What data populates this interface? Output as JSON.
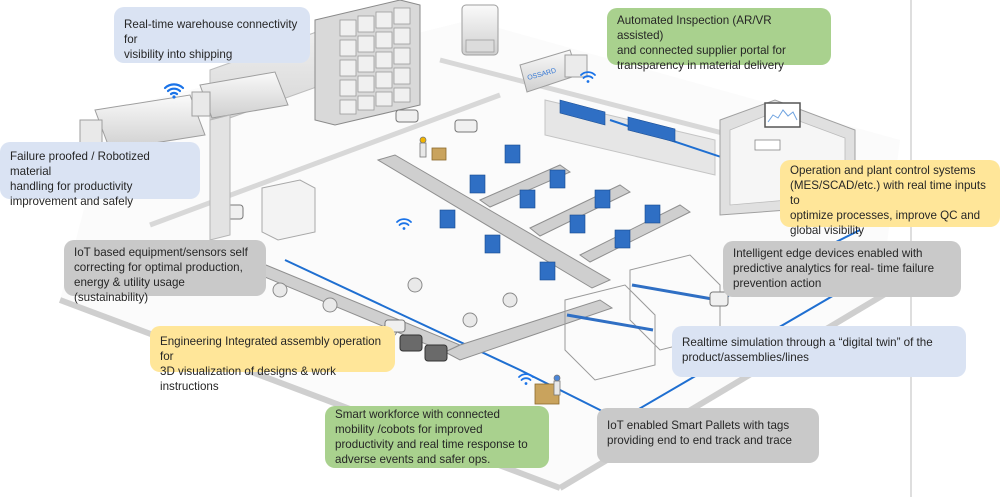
{
  "diagram": {
    "title": "Smart factory / Industry 4.0 capabilities",
    "colors": {
      "blue_callout": "#dae3f3",
      "green_callout": "#a9d18e",
      "yellow_callout": "#ffe699",
      "gray_callout": "#c9c9c9",
      "accent_blue": "#1f6fd1",
      "floor": "#ffffff",
      "wall": "#e4e4e4",
      "divider": "#dedede"
    },
    "truck_brand": "OSSARD",
    "callouts": [
      {
        "id": "warehouse-connectivity",
        "color": "blue",
        "text": "Real-time warehouse connectivity for\nvisibility into shipping"
      },
      {
        "id": "automated-inspection",
        "color": "green",
        "text": "Automated Inspection (AR/VR assisted)\nand connected supplier portal for\ntransparency in material delivery"
      },
      {
        "id": "robotized-material-handling",
        "color": "blue",
        "text": "Failure proofed / Robotized material\nhandling for productivity\nimprovement and safely"
      },
      {
        "id": "plant-control-systems",
        "color": "yellow",
        "text": "Operation and plant control systems\n(MES/SCAD/etc.) with real time inputs to\noptimize processes, improve QC and\nglobal visibility"
      },
      {
        "id": "iot-self-correcting",
        "color": "gray",
        "text": "IoT based equipment/sensors self\ncorrecting for optimal production,\nenergy & utility usage (sustainability)"
      },
      {
        "id": "intelligent-edge",
        "color": "gray",
        "text": "Intelligent edge devices enabled with\npredictive analytics for real- time failure\nprevention action"
      },
      {
        "id": "engineering-integrated-assembly",
        "color": "yellow",
        "text": "Engineering Integrated assembly operation for\n3D visualization of designs & work instructions"
      },
      {
        "id": "digital-twin",
        "color": "blue",
        "text": "Realtime simulation through a “digital twin” of the\nproduct/assemblies/lines"
      },
      {
        "id": "smart-workforce",
        "color": "green",
        "text": "Smart workforce with connected\nmobility /cobots for improved\nproductivity and real time response to\nadverse events and safer ops."
      },
      {
        "id": "smart-pallets",
        "color": "gray",
        "text": "IoT enabled Smart Pallets with tags\nproviding end to end track and trace"
      }
    ],
    "icons": {
      "wifi": "wifi-icon"
    }
  }
}
